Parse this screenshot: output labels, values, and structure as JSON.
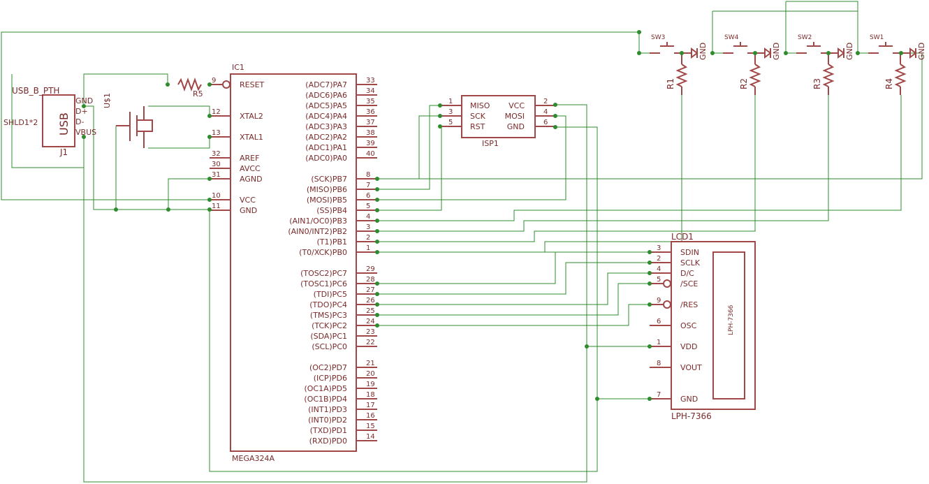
{
  "colors": {
    "wire": "#2e8b2e",
    "part": "#a04747",
    "text": "#7a2a2a",
    "background": "#ffffff"
  },
  "ic1": {
    "ref": "IC1",
    "value": "MEGA324A",
    "left_pins": [
      {
        "num": "9",
        "name": "RESET"
      },
      {
        "num": "12",
        "name": "XTAL2"
      },
      {
        "num": "13",
        "name": "XTAL1"
      },
      {
        "num": "32",
        "name": "AREF"
      },
      {
        "num": "30",
        "name": "AVCC"
      },
      {
        "num": "31",
        "name": "AGND"
      },
      {
        "num": "10",
        "name": "VCC"
      },
      {
        "num": "11",
        "name": "GND"
      }
    ],
    "right_pins": [
      {
        "num": "33",
        "name": "(ADC7)PA7"
      },
      {
        "num": "34",
        "name": "(ADC6)PA6"
      },
      {
        "num": "35",
        "name": "(ADC5)PA5"
      },
      {
        "num": "36",
        "name": "(ADC4)PA4"
      },
      {
        "num": "37",
        "name": "(ADC3)PA3"
      },
      {
        "num": "38",
        "name": "(ADC2)PA2"
      },
      {
        "num": "39",
        "name": "(ADC1)PA1"
      },
      {
        "num": "40",
        "name": "(ADC0)PA0"
      },
      {
        "num": "8",
        "name": "(SCK)PB7"
      },
      {
        "num": "7",
        "name": "(MISO)PB6"
      },
      {
        "num": "6",
        "name": "(MOSI)PB5"
      },
      {
        "num": "5",
        "name": "(SS)PB4"
      },
      {
        "num": "4",
        "name": "(AIN1/OC0)PB3"
      },
      {
        "num": "3",
        "name": "(AIN0/INT2)PB2"
      },
      {
        "num": "2",
        "name": "(T1)PB1"
      },
      {
        "num": "1",
        "name": "(T0/XCK)PB0"
      },
      {
        "num": "29",
        "name": "(TOSC2)PC7"
      },
      {
        "num": "28",
        "name": "(TOSC1)PC6"
      },
      {
        "num": "27",
        "name": "(TDI)PC5"
      },
      {
        "num": "26",
        "name": "(TDO)PC4"
      },
      {
        "num": "25",
        "name": "(TMS)PC3"
      },
      {
        "num": "24",
        "name": "(TCK)PC2"
      },
      {
        "num": "23",
        "name": "(SDA)PC1"
      },
      {
        "num": "22",
        "name": "(SCL)PC0"
      },
      {
        "num": "21",
        "name": "(OC2)PD7"
      },
      {
        "num": "20",
        "name": "(ICP)PD6"
      },
      {
        "num": "19",
        "name": "(OC1A)PD5"
      },
      {
        "num": "18",
        "name": "(OC1B)PD4"
      },
      {
        "num": "17",
        "name": "(INT1)PD3"
      },
      {
        "num": "16",
        "name": "(INT0)PD2"
      },
      {
        "num": "15",
        "name": "(TXD)PD1"
      },
      {
        "num": "14",
        "name": "(RXD)PD0"
      }
    ]
  },
  "usb": {
    "label": "USB_B_PTH",
    "ref": "J1",
    "body_text": "USB",
    "shield": "SHLD1*2",
    "pins": [
      "GND",
      "D+",
      "D-",
      "VBUS"
    ]
  },
  "crystal": {
    "ref": "U$1"
  },
  "resistor_r5": {
    "ref": "R5"
  },
  "isp": {
    "ref": "ISP1",
    "left": [
      {
        "num": "1",
        "name": "MISO"
      },
      {
        "num": "3",
        "name": "SCK"
      },
      {
        "num": "5",
        "name": "RST"
      }
    ],
    "right": [
      {
        "num": "2",
        "name": "VCC"
      },
      {
        "num": "4",
        "name": "MOSI"
      },
      {
        "num": "6",
        "name": "GND"
      }
    ]
  },
  "switches": [
    {
      "sw": "SW3",
      "res": "R1",
      "gnd": "GND"
    },
    {
      "sw": "SW4",
      "res": "R2",
      "gnd": "GND"
    },
    {
      "sw": "SW2",
      "res": "R3",
      "gnd": "GND"
    },
    {
      "sw": "SW1",
      "res": "R4",
      "gnd": "GND"
    }
  ],
  "lcd": {
    "ref": "LCD1",
    "value": "LPH-7366",
    "inner_text": "LPH-7366",
    "pins": [
      {
        "num": "3",
        "name": "SDIN"
      },
      {
        "num": "2",
        "name": "SCLK"
      },
      {
        "num": "4",
        "name": "D/C"
      },
      {
        "num": "5",
        "name": "/SCE"
      },
      {
        "num": "9",
        "name": "/RES"
      },
      {
        "num": "6",
        "name": "OSC"
      },
      {
        "num": "1",
        "name": "VDD"
      },
      {
        "num": "8",
        "name": "VOUT"
      },
      {
        "num": "7",
        "name": "GND"
      }
    ]
  }
}
